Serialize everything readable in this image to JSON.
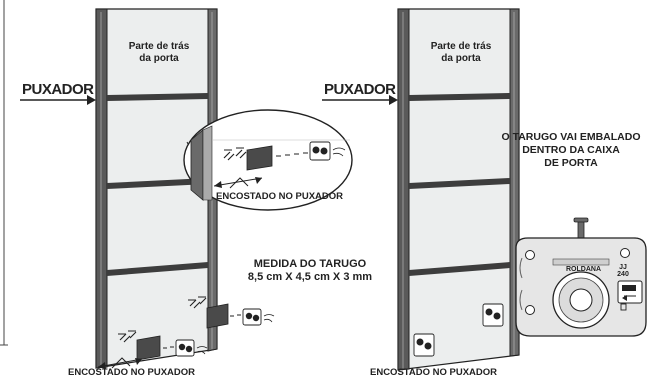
{
  "left_figure": {
    "door_title_line1": "Parte de trás",
    "door_title_line2": "da porta",
    "handle_label": "PUXADOR",
    "zoom_note": "ENCOSTADO NO PUXADOR",
    "measure_title": "MEDIDA DO TARUGO",
    "measure_value": "8,5 cm X 4,5 cm X 3 mm",
    "bottom_note": "ENCOSTADO NO PUXADOR"
  },
  "right_figure": {
    "door_title_line1": "Parte de trás",
    "door_title_line2": "da porta",
    "handle_label": "PUXADOR",
    "packed_line1": "O TARUGO VAI EMBALADO",
    "packed_line2": "DENTRO DA CAIXA",
    "packed_line3": "DE PORTA",
    "bottom_note": "ENCOSTADO NO PUXADOR"
  },
  "roller_box": {
    "brand": "ROLDANA",
    "model_line1": "JJ",
    "model_line2": "240"
  },
  "colors": {
    "panel_fill": "#eceeee",
    "frame_dark": "#555555",
    "rail_dark": "#3d3d3d",
    "line": "#222222",
    "text": "#222222"
  }
}
